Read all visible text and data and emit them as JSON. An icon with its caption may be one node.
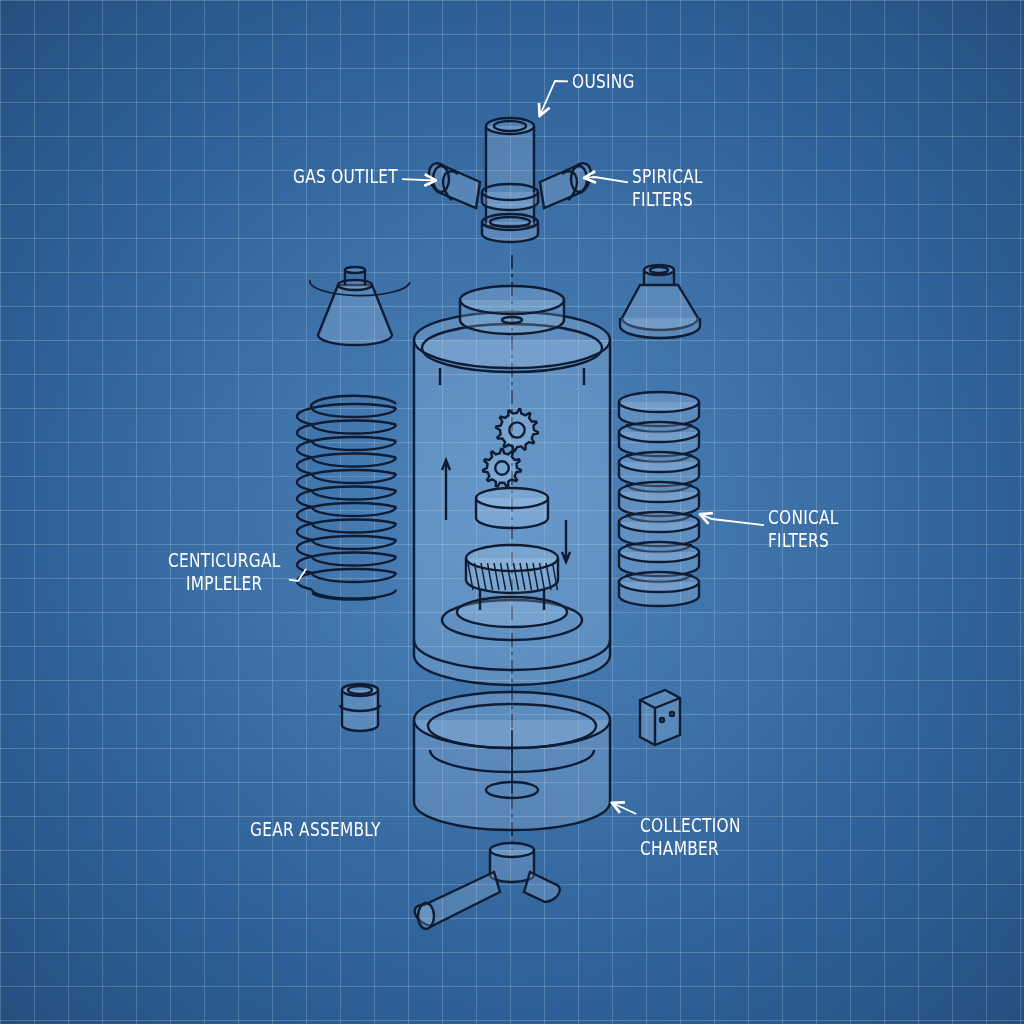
{
  "diagram": {
    "nodes": [
      {
        "text": [
          "OUSING"
        ]
      },
      {
        "text": [],
        "shape": "picture"
      },
      {
        "text": [
          "GAS OUTILET"
        ]
      },
      {
        "text": [
          "SPIRICAL FILTERS"
        ]
      },
      {
        "text": [
          "CONICAL FILTERS"
        ]
      },
      {
        "text": [],
        "shape": "picture"
      },
      {
        "text": [
          "CENTICURGAL IMPLELER"
        ]
      },
      {
        "text": [],
        "shape": "picture"
      },
      {
        "text": [
          "COLLECTION CHAMBER"
        ]
      },
      {
        "text": [],
        "shape": "picture"
      }
    ],
    "edges": [
      {
        "from": 0,
        "to": 1,
        "arrow": "to"
      },
      {
        "from": 2,
        "to": 1,
        "arrow": "to"
      },
      {
        "from": 3,
        "to": 1,
        "arrow": "to"
      },
      {
        "from": 4,
        "to": 5,
        "arrow": "to"
      },
      {
        "from": 6,
        "to": 7,
        "arrow": "none"
      },
      {
        "from": 8,
        "to": 9,
        "arrow": "to"
      }
    ],
    "labels": [
      "GEAR ASSEMBLY"
    ]
  }
}
